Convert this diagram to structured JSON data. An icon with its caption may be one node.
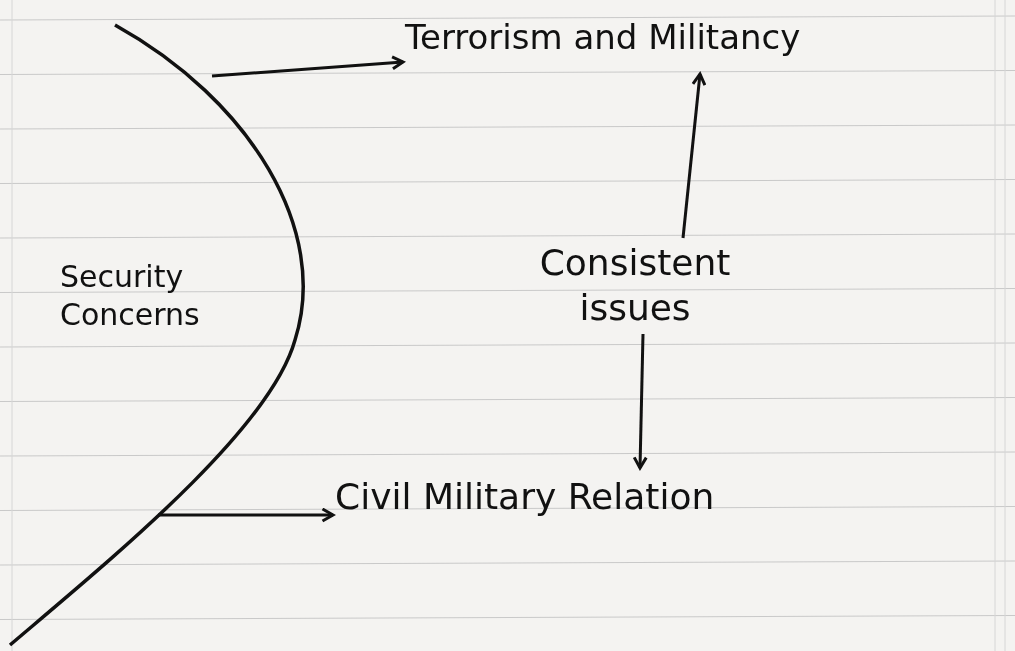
{
  "diagram": {
    "nodes": [
      {
        "text": [
          "Security Concerns"
        ]
      },
      {
        "text": [
          "Terrorism and Militancy"
        ]
      },
      {
        "text": [
          "Consistent issues"
        ]
      },
      {
        "text": [
          "Civil Military Relation"
        ]
      }
    ],
    "edges": [
      {
        "from": 0,
        "to": 1,
        "arrow": "to"
      },
      {
        "from": 0,
        "to": 3,
        "arrow": "to"
      },
      {
        "from": 2,
        "to": 1,
        "arrow": "to"
      },
      {
        "from": 2,
        "to": 3,
        "arrow": "to"
      }
    ]
  }
}
